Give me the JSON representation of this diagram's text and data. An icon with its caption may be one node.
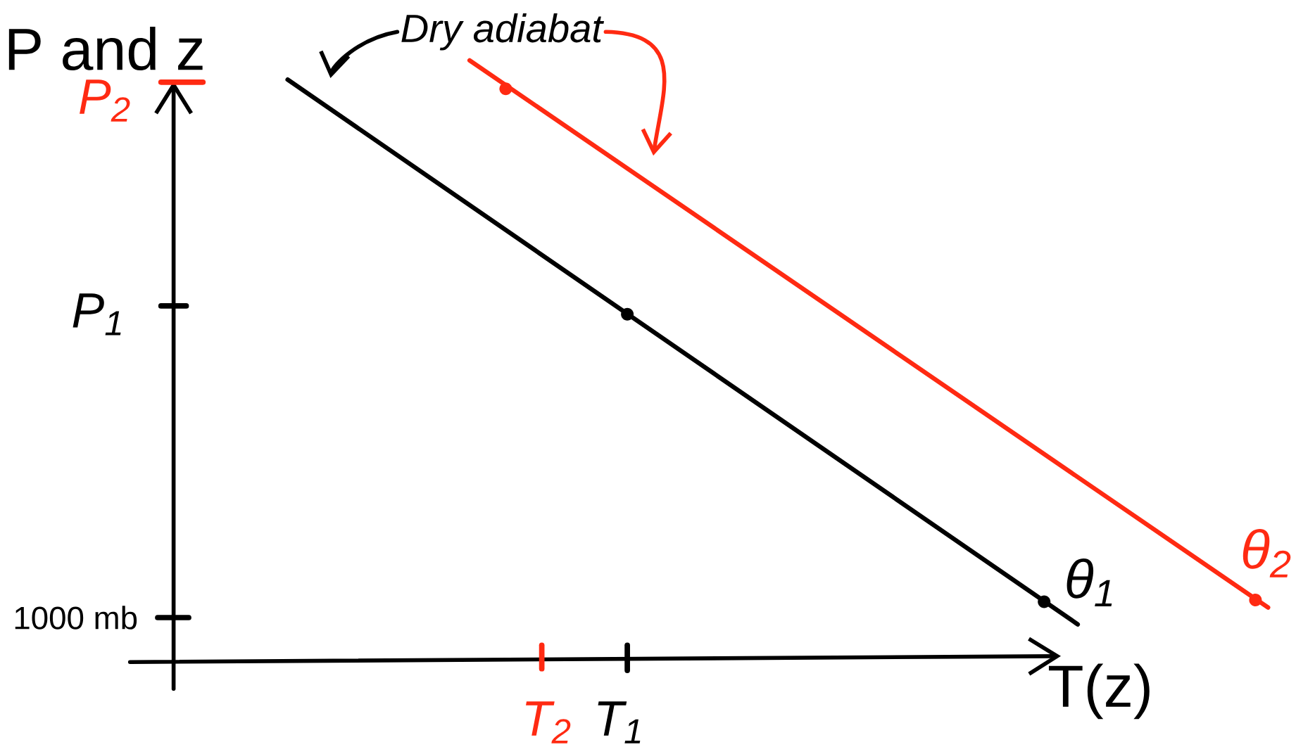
{
  "diagram": {
    "nodes": [
      {
        "text": [
          "Dry adiabat"
        ]
      },
      {
        "text": [],
        "shape": "line"
      },
      {
        "text": [],
        "shape": "line"
      }
    ],
    "edges": [
      {
        "from": 0,
        "to": 1,
        "arrow": "to"
      },
      {
        "from": 0,
        "to": 2,
        "arrow": "to",
        "color": "#ff2a12"
      }
    ],
    "labels": [
      "P and z",
      "P$_{2}$",
      "P$_{1}$",
      "1000 mb",
      "θ$_{1}$",
      "θ$_{2}$",
      "T(z)",
      "T$_{2}$",
      "T$_{1}$"
    ]
  }
}
